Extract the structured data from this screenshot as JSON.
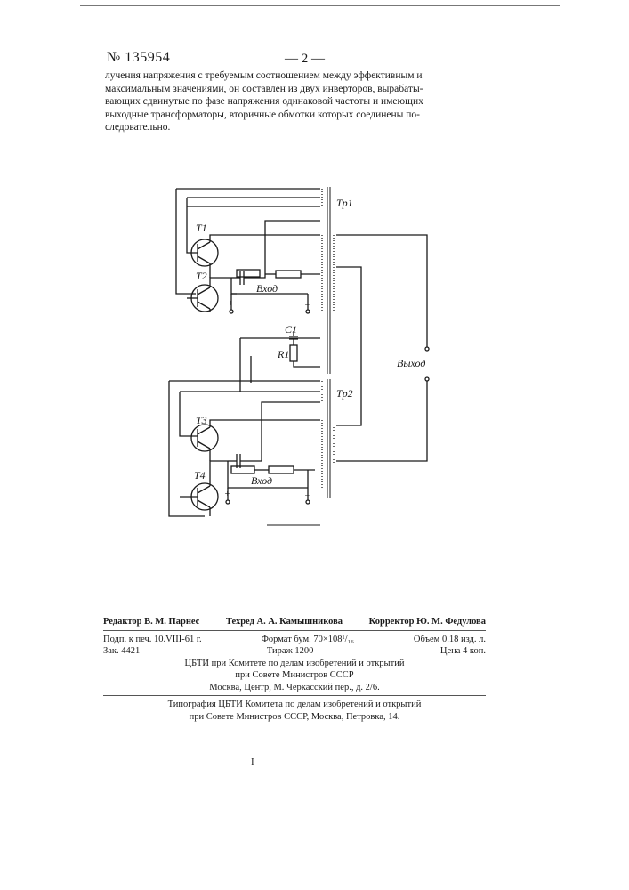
{
  "header": {
    "patent_number": "№ 135954",
    "page_number": "— 2 —"
  },
  "body": {
    "lines": [
      "лучения напряжения с требуемым соотношением между эффективным и",
      "максимальным значениями, он составлен из двух инверторов, вырабаты-",
      "вающих сдвинутые по фазе напряжения одинаковой частоты и имеющих",
      "выходные трансформаторы, вторичные обмотки которых соединены по-",
      "следовательно."
    ]
  },
  "schematic": {
    "transformer_1": "Tp1",
    "transformer_2": "Tp2",
    "transistor_1": "T1",
    "transistor_2": "T2",
    "transistor_3": "T3",
    "transistor_4": "T4",
    "capacitor": "C1",
    "resistor": "R1",
    "input_label_top": "Вход",
    "input_label_bottom": "Вход",
    "output_label": "Выход",
    "plus_sign": "+",
    "minus_sign": "−"
  },
  "credits": {
    "editor": "Редактор В. М. Парнес",
    "tech_editor": "Техред А. А. Камышникова",
    "corrector": "Корректор Ю. М. Федулова",
    "signed": "Подп. к печ. 10.VIII-61 г.",
    "format": "Формат бум. 70×108¹/₁₆",
    "volume": "Объем 0.18 изд. л.",
    "order": "Зак. 4421",
    "circulation": "Тираж 1200",
    "price": "Цена 4 коп.",
    "publisher_1": "ЦБТИ при Комитете по делам изобретений и открытий",
    "publisher_2": "при Совете Министров СССР",
    "publisher_3": "Москва, Центр, М. Черкасский пер., д. 2/6.",
    "printer_1": "Типография ЦБТИ Комитета по делам изобретений и открытий",
    "printer_2": "при Совете Министров СССР, Москва, Петровка, 14."
  },
  "footer": {
    "mark": "I"
  }
}
